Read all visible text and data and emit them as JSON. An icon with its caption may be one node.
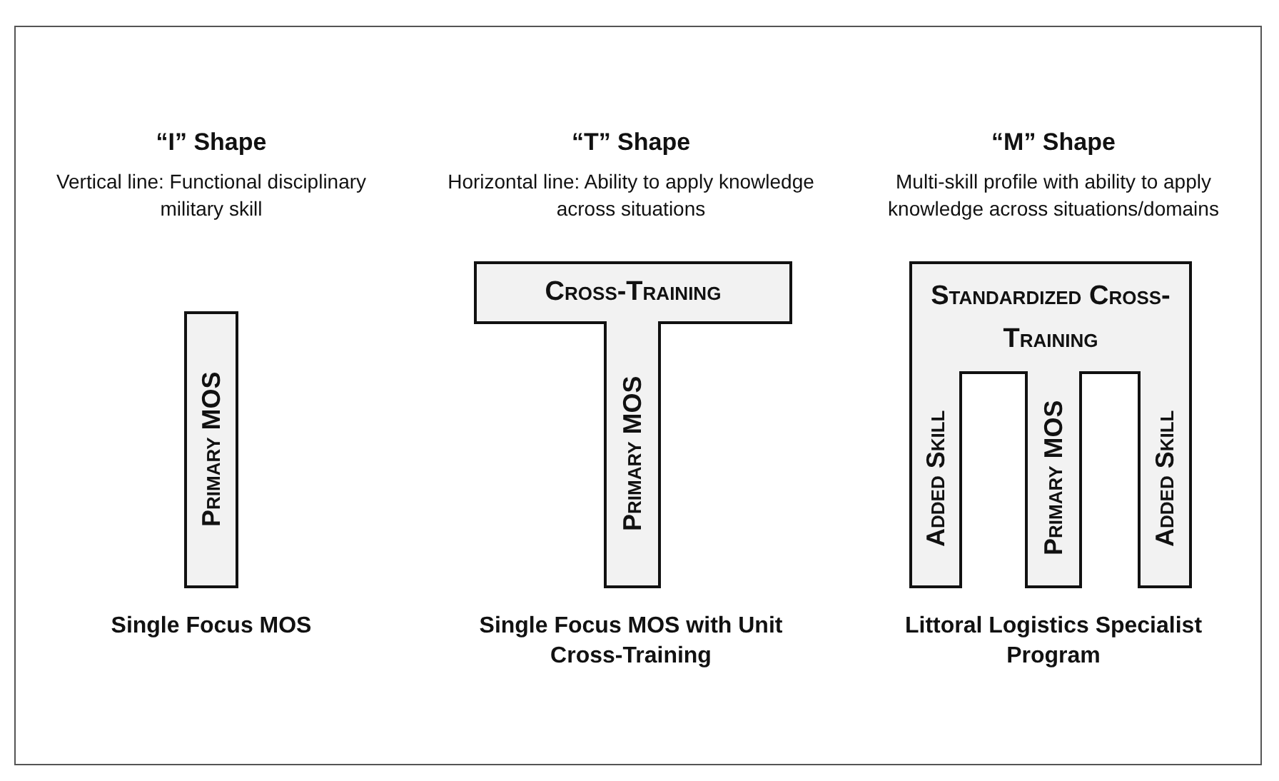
{
  "diagram": {
    "nodes": [
      {
        "text": [
          "Primary MOS"
        ]
      },
      {
        "text": [
          "Cross-Training"
        ]
      },
      {
        "text": [
          "Primary MOS"
        ]
      },
      {
        "text": [
          "Standardized Cross-Training"
        ]
      },
      {
        "text": [
          "Added Skill"
        ]
      },
      {
        "text": [
          "Primary MOS"
        ]
      },
      {
        "text": [
          "Added Skill"
        ]
      }
    ],
    "edges": [],
    "labels": [
      "“I” Shape",
      "“T” Shape",
      "“M” Shape",
      "Vertical line: Functional disciplinary military skill",
      "Horizontal line: Ability to apply knowledge across situations",
      "Multi-skill profile with ability to apply knowledge across situations/domains",
      "Single Focus MOS",
      "Single Focus MOS with Unit Cross-Training",
      "Littoral Logistics Specialist Program"
    ]
  }
}
